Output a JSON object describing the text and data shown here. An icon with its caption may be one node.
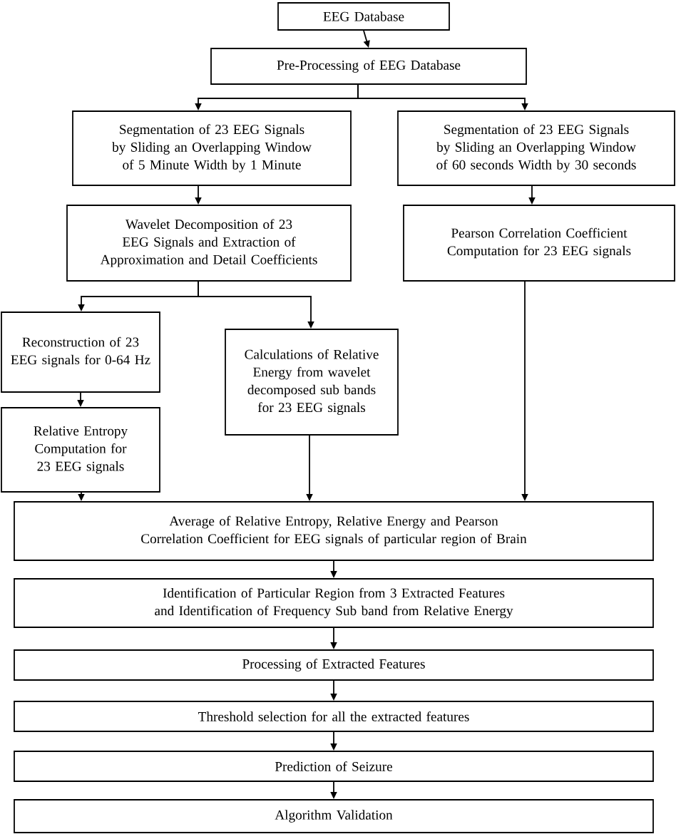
{
  "diagram": {
    "nodes": [
      {
        "text": [
          "EEG Database"
        ]
      },
      {
        "text": [
          "Pre-Processing of EEG Database"
        ]
      },
      {
        "text": [
          "Segmentation of 23 EEG Signals by Sliding an Overlapping Window of 5 Minute Width by 1 Minute"
        ]
      },
      {
        "text": [
          "Segmentation of 23 EEG Signals by Sliding an Overlapping Window of 60 seconds Width by 30 seconds"
        ]
      },
      {
        "text": [
          "Wavelet Decomposition of 23 EEG Signals and Extraction of Approximation and Detail Coefficients"
        ]
      },
      {
        "text": [
          "Pearson Correlation Coefficient Computation for 23 EEG signals"
        ]
      },
      {
        "text": [
          "Reconstruction of 23 EEG signals for 0-64 Hz"
        ]
      },
      {
        "text": [
          "Relative Entropy Computation for 23 EEG signals"
        ]
      },
      {
        "text": [
          "Calculations of Relative Energy from wavelet decomposed sub bands for 23 EEG signals"
        ]
      },
      {
        "text": [
          "Average of Relative Entropy, Relative Energy and Pearson Correlation Coefficient for EEG signals of particular region of Brain"
        ]
      },
      {
        "text": [
          "Identification of Particular Region from 3 Extracted Features and Identification of Frequency Sub band from Relative Energy"
        ]
      },
      {
        "text": [
          "Processing of Extracted Features"
        ]
      },
      {
        "text": [
          "Threshold selection for all the extracted features"
        ]
      },
      {
        "text": [
          "Prediction of Seizure"
        ]
      },
      {
        "text": [
          "Algorithm Validation"
        ]
      }
    ],
    "edges": [
      {
        "from": 0,
        "to": 1,
        "arrow": "to"
      },
      {
        "from": 1,
        "to": 2,
        "arrow": "to"
      },
      {
        "from": 1,
        "to": 3,
        "arrow": "to"
      },
      {
        "from": 2,
        "to": 4,
        "arrow": "to"
      },
      {
        "from": 3,
        "to": 5,
        "arrow": "to"
      },
      {
        "from": 4,
        "to": 6,
        "arrow": "to"
      },
      {
        "from": 4,
        "to": 8,
        "arrow": "to"
      },
      {
        "from": 6,
        "to": 7,
        "arrow": "to"
      },
      {
        "from": 7,
        "to": 9,
        "arrow": "to"
      },
      {
        "from": 8,
        "to": 9,
        "arrow": "to"
      },
      {
        "from": 5,
        "to": 9,
        "arrow": "to"
      },
      {
        "from": 9,
        "to": 10,
        "arrow": "to"
      },
      {
        "from": 10,
        "to": 11,
        "arrow": "to"
      },
      {
        "from": 11,
        "to": 12,
        "arrow": "to"
      },
      {
        "from": 12,
        "to": 13,
        "arrow": "to"
      },
      {
        "from": 13,
        "to": 14,
        "arrow": "to"
      }
    ]
  }
}
